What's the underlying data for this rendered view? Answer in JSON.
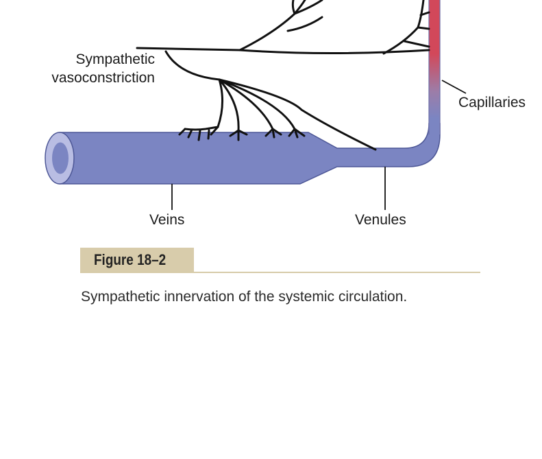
{
  "labels": {
    "sympathetic_line1": "Sympathetic",
    "sympathetic_line2": "vasoconstriction",
    "capillaries": "Capillaries",
    "veins": "Veins",
    "venules": "Venules"
  },
  "figure": {
    "title": "Figure 18–2",
    "caption": "Sympathetic innervation of the systemic circulation."
  },
  "colors": {
    "vein_fill": "#7b85c2",
    "vein_end": "#b9bde3",
    "capillary_arterial": "#d2485a",
    "nerve": "#111111",
    "figure_tab": "#d8ccab"
  }
}
